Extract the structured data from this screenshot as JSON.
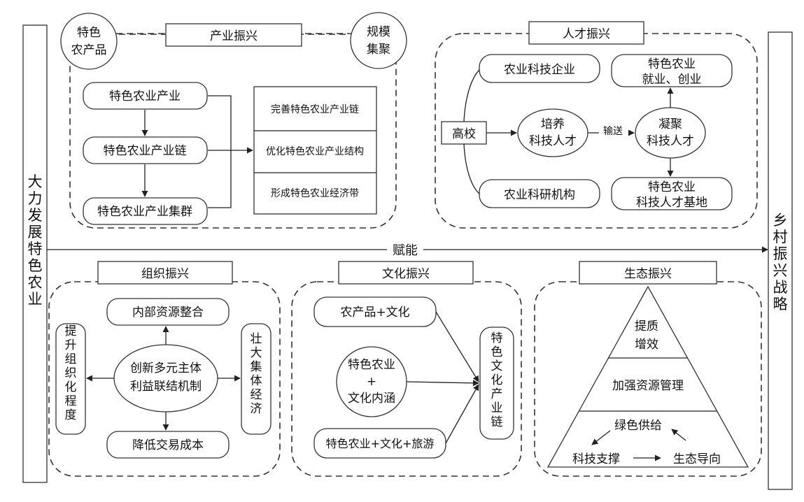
{
  "left_bar": "大力发展特色农业",
  "right_bar": "乡村振兴战略",
  "axis_label": "赋能",
  "industry": {
    "title": "产业振兴",
    "circle_left": [
      "特色",
      "农产品"
    ],
    "circle_right": [
      "规模",
      "集聚"
    ],
    "steps": [
      "特色农业产业",
      "特色农业产业链",
      "特色农业产业集群"
    ],
    "outcomes": [
      "完善特色农业产业链",
      "优化特色农业产业结构",
      "形成特色农业经济带"
    ]
  },
  "talent": {
    "title": "人才振兴",
    "source": "高校",
    "top_box": "农业科技企业",
    "bottom_box": "农业科研机构",
    "train": [
      "培养",
      "科技人才"
    ],
    "send_label": "输送",
    "gather": [
      "凝聚",
      "科技人才"
    ],
    "result_top": [
      "特色农业",
      "就业、创业"
    ],
    "result_bottom": [
      "特色农业",
      "科技人才基地"
    ]
  },
  "organization": {
    "title": "组织振兴",
    "top": "内部资源整合",
    "center": [
      "创新多元主体",
      "利益联结机制"
    ],
    "bottom": "降低交易成本",
    "left": "提升组织化程度",
    "right": "壮大集体经济"
  },
  "culture": {
    "title": "文化振兴",
    "item1": "农产品+文化",
    "item2": [
      "特色农业",
      "+",
      "文化内涵"
    ],
    "item3": "特色农业+文化+旅游",
    "result": "特色文化产业链"
  },
  "ecology": {
    "title": "生态振兴",
    "top": [
      "提质",
      "增效"
    ],
    "middle": "加强资源管理",
    "cycle_top": "绿色供给",
    "cycle_left": "科技支撑",
    "cycle_right": "生态导向"
  }
}
